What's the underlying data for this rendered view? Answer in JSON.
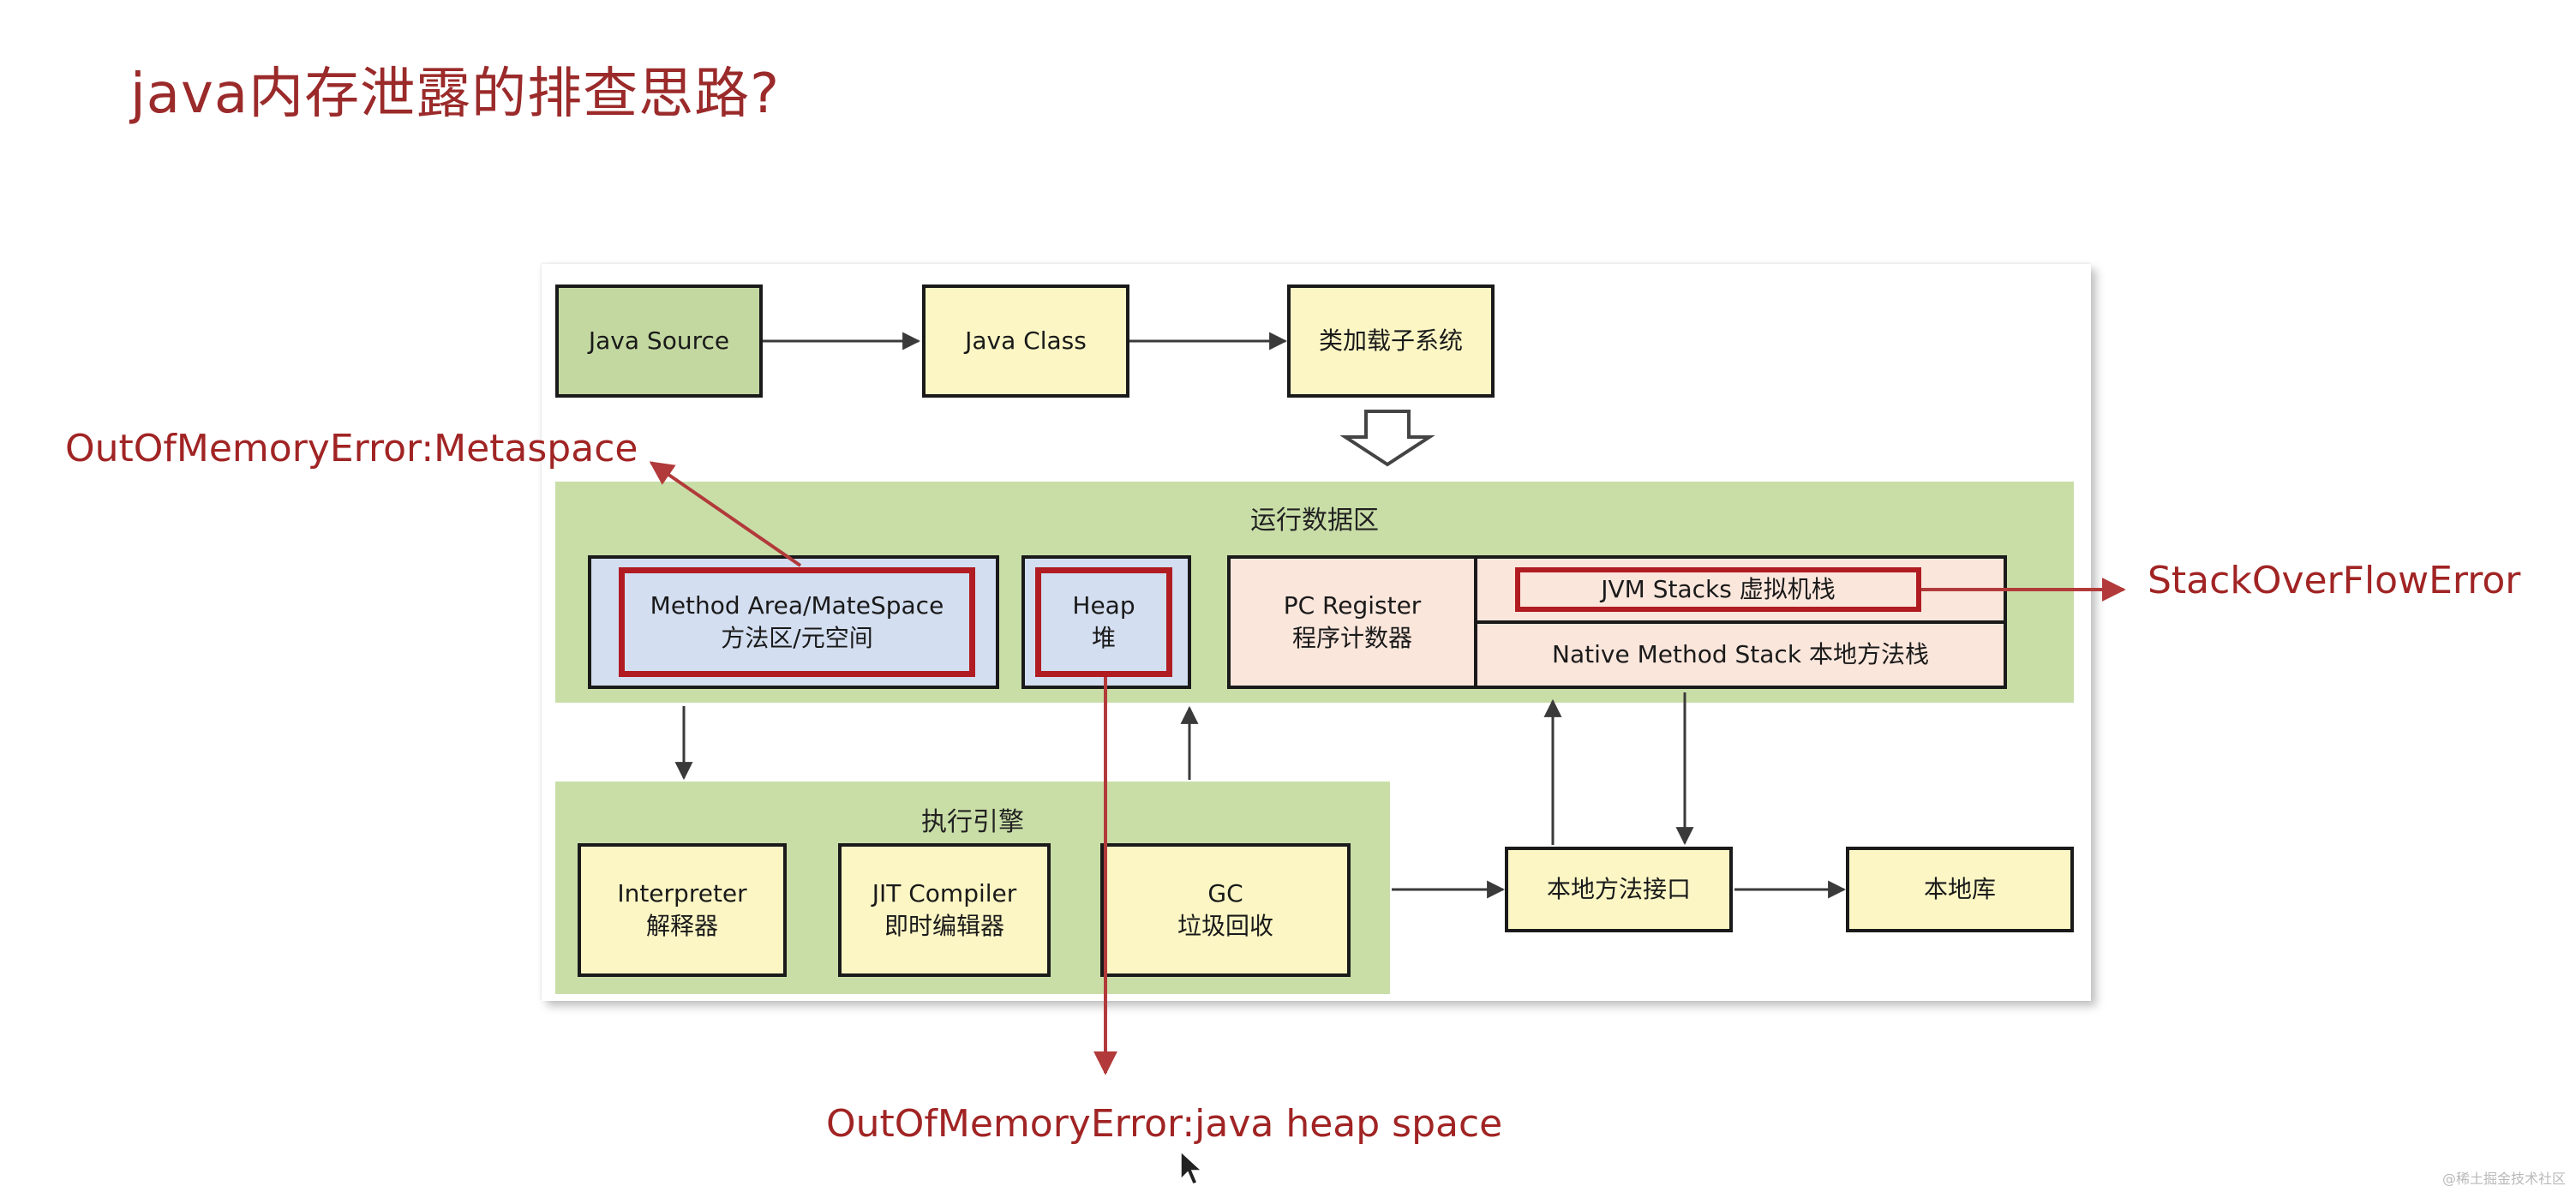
{
  "title": "java内存泄露的排查思路?",
  "flow": {
    "java_source": "Java Source",
    "java_class": "Java Class",
    "class_loader": "类加载子系统"
  },
  "runtime_area": {
    "title": "运行数据区",
    "method_area": [
      "Method Area/MateSpace",
      "方法区/元空间"
    ],
    "heap": [
      "Heap",
      "堆"
    ],
    "pc_register": [
      "PC Register",
      "程序计数器"
    ],
    "jvm_stacks": "JVM Stacks 虚拟机栈",
    "native_stack": "Native Method Stack 本地方法栈"
  },
  "engine": {
    "title": "执行引擎",
    "interpreter": [
      "Interpreter",
      "解释器"
    ],
    "jit": [
      "JIT Compiler",
      "即时编辑器"
    ],
    "gc": [
      "GC",
      "垃圾回收"
    ]
  },
  "native_interface": "本地方法接口",
  "native_lib": "本地库",
  "errors": {
    "metaspace": "OutOfMemoryError:Metaspace",
    "stack": "StackOverFlowError",
    "heap": "OutOfMemoryError:java heap space"
  },
  "colors": {
    "error_red": "#b01c22",
    "zone_green": "#c9dea7"
  },
  "watermark": "@稀土掘金技术社区"
}
